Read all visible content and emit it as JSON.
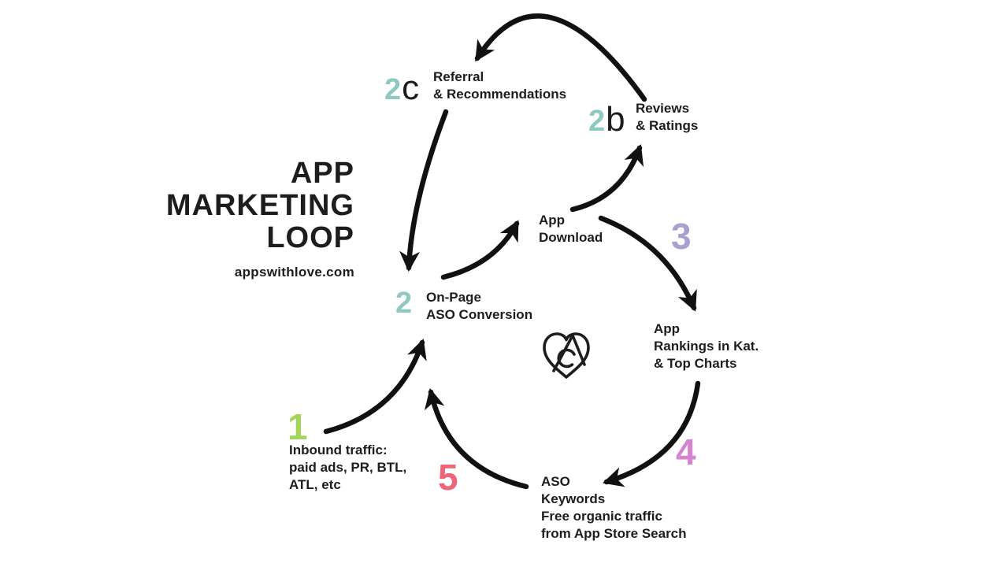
{
  "brand": {
    "title_lines": [
      "APP",
      "MARKETING",
      "LOOP"
    ],
    "website": "appswithlove.com"
  },
  "logo": {
    "name": "appswithlove-heart-logo"
  },
  "colors": {
    "step1_green": "#a6d35c",
    "step2_teal": "#8fc8c3",
    "step3_lavender": "#a8a0d1",
    "step4_orchid": "#d584d0",
    "step5_rose": "#ee6478",
    "ink": "#1d1d1d",
    "arrow": "#111111"
  },
  "nodes": {
    "referral": [
      "Referral",
      "& Recommendations"
    ],
    "reviews": [
      "Reviews",
      "& Ratings"
    ],
    "app_download": [
      "App",
      "Download"
    ],
    "onpage_aso": [
      "On-Page",
      "ASO Conversion"
    ],
    "rankings": [
      "App",
      "Rankings in Kat.",
      "& Top Charts"
    ],
    "aso_keywords": [
      "ASO",
      "Keywords",
      "Free organic traffic",
      "from App Store Search"
    ],
    "inbound": [
      "Inbound traffic:",
      "paid ads, PR, BTL,",
      "ATL, etc"
    ]
  },
  "markers": {
    "n1": {
      "text": "1",
      "color": "#a6d35c"
    },
    "n2": {
      "text": "2",
      "color": "#8fc8c3"
    },
    "n2b": {
      "number": "2",
      "letter": "b",
      "color": "#8fc8c3"
    },
    "n2c": {
      "number": "2",
      "letter": "c",
      "color": "#8fc8c3"
    },
    "n3": {
      "text": "3",
      "color": "#a8a0d1"
    },
    "n4": {
      "text": "4",
      "color": "#d584d0"
    },
    "n5": {
      "text": "5",
      "color": "#ee6478"
    }
  }
}
